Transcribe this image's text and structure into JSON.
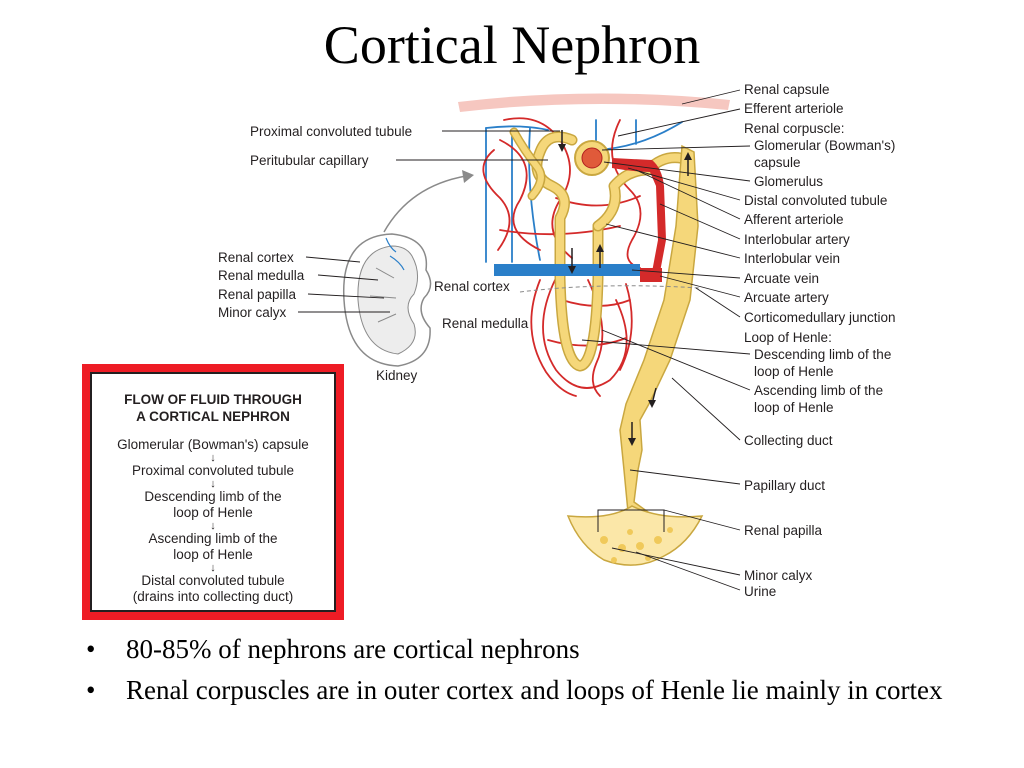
{
  "title": "Cortical Nephron",
  "labels_right": [
    "Renal capsule",
    "Efferent arteriole",
    "Renal corpuscle:",
    "Glomerular (Bowman's)",
    "capsule",
    "Glomerulus",
    "Distal convoluted tubule",
    "Afferent arteriole",
    "Interlobular artery",
    "Interlobular vein",
    "Arcuate vein",
    "Arcuate artery",
    "Corticomedullary junction",
    "Loop of Henle:",
    "Descending limb of the",
    "loop of Henle",
    "Ascending limb of the",
    "loop of Henle",
    "Collecting duct",
    "Papillary duct",
    "Renal papilla",
    "Minor calyx",
    "Urine"
  ],
  "labels_left": [
    "Proximal convoluted tubule",
    "Peritubular capillary"
  ],
  "kidney_labels": [
    "Renal cortex",
    "Renal medulla",
    "Renal papilla",
    "Minor calyx"
  ],
  "kidney_caption": "Kidney",
  "region_labels": [
    "Renal cortex",
    "Renal medulla"
  ],
  "flow_box": {
    "heading": [
      "FLOW OF FLUID THROUGH",
      "A CORTICAL NEPHRON"
    ],
    "steps": [
      [
        "Glomerular (Bowman's) capsule"
      ],
      [
        "Proximal convoluted tubule"
      ],
      [
        "Descending limb of the",
        "loop of Henle"
      ],
      [
        "Ascending limb of the",
        "loop of Henle"
      ],
      [
        "Distal convoluted tubule",
        "(drains into collecting duct)"
      ]
    ],
    "arrow": "↓",
    "frame_color": "#ee1c25"
  },
  "bullets": {
    "marker": "•",
    "items": [
      "80-85% of nephrons are cortical nephrons",
      "Renal corpuscles are in outer cortex and loops of Henle lie mainly in cortex"
    ]
  },
  "colors": {
    "tubule": "#f5d77a",
    "tubule_outline": "#c9a740",
    "artery": "#d42a2a",
    "vein": "#2a7fc9",
    "capsule": "#f6c7c0"
  }
}
